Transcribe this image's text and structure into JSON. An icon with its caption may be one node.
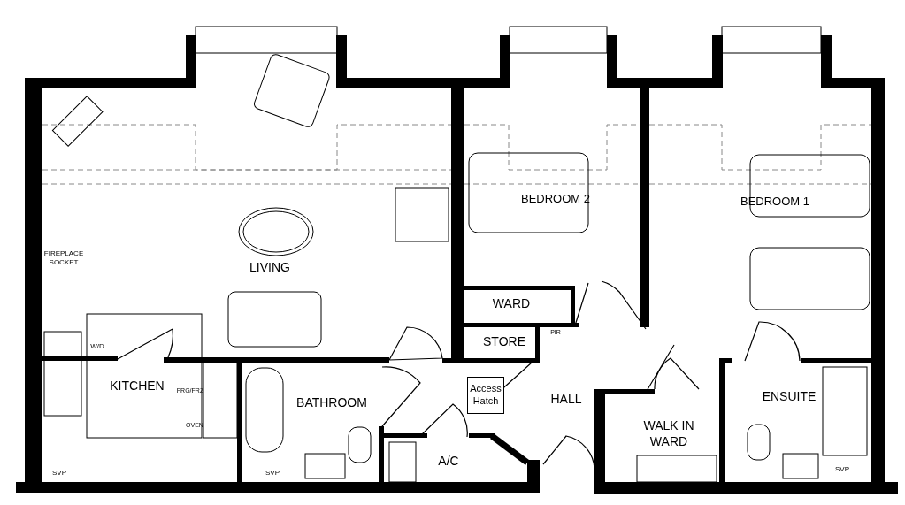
{
  "diagram": {
    "nodes": [
      {
        "text": [
          "Access Hatch"
        ]
      }
    ],
    "labels": [
      "LIVING",
      "FIREPLACE SOCKET",
      "W/D",
      "KITCHEN",
      "FRG/FRZ",
      "OVEN",
      "BATHROOM",
      "SVP",
      "SVP",
      "BEDROOM 2",
      "WARD",
      "STORE",
      "PIR",
      "HALL",
      "A/C",
      "BEDROOM 1",
      "WALK IN WARD",
      "ENSUITE",
      "SVP"
    ]
  }
}
